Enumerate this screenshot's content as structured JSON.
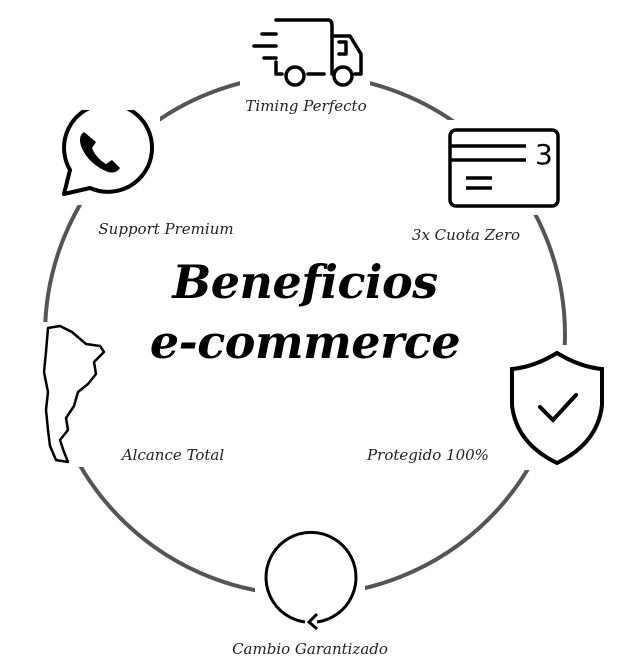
{
  "title": {
    "line1": "Beneficios",
    "line2": "e-commerce"
  },
  "benefits": [
    {
      "label": "Timing Perfecto",
      "icon": "delivery-truck-icon"
    },
    {
      "label": "3x Cuota Zero",
      "icon": "credit-card-3-icon"
    },
    {
      "label": "Protegido 100%",
      "icon": "shield-check-icon"
    },
    {
      "label": "Cambio Garantizado",
      "icon": "refresh-cycle-icon"
    },
    {
      "label": "Alcance Total",
      "icon": "argentina-map-icon"
    },
    {
      "label": "Support Premium",
      "icon": "whatsapp-icon"
    }
  ],
  "card_number": "3",
  "colors": {
    "ring": "#555555",
    "icon": "#000000"
  }
}
